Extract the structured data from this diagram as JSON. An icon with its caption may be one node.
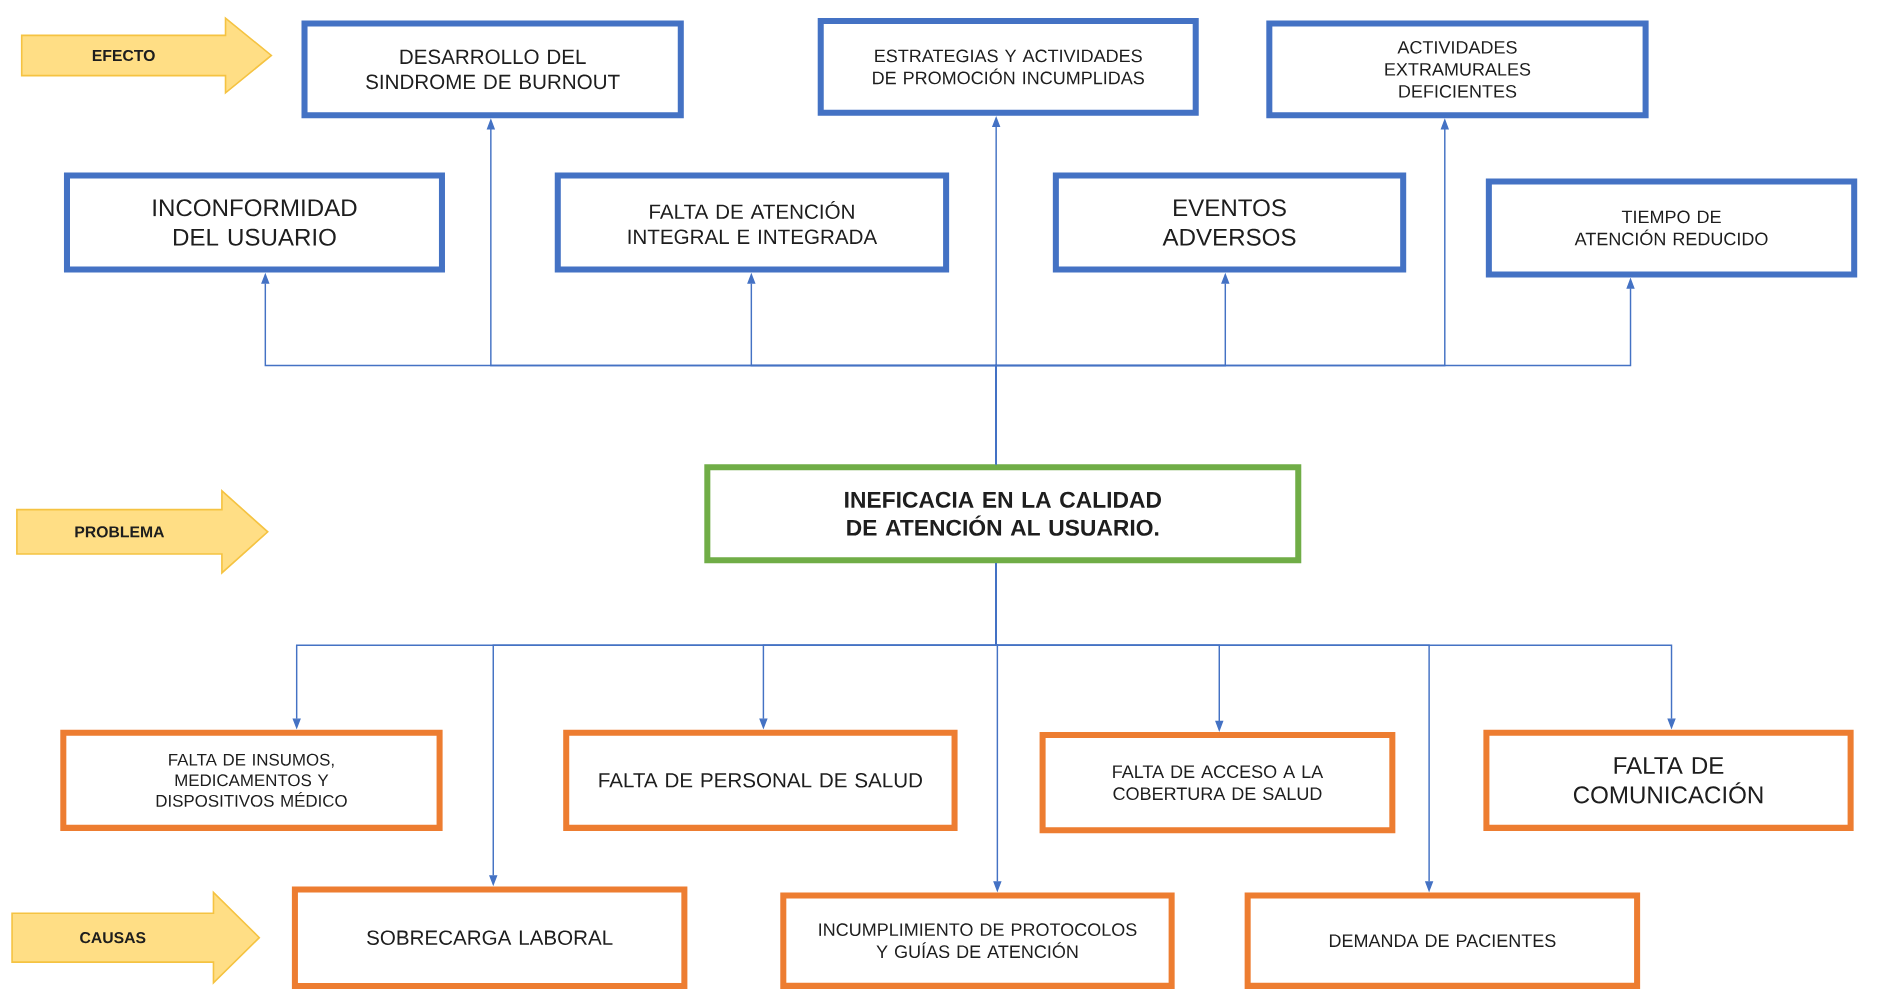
{
  "diagram": {
    "nodes": [
      {
        "text": [
          "EFECTO"
        ]
      },
      {
        "text": [
          "DESARROLLO DEL SINDROME DE BURNOUT"
        ]
      },
      {
        "text": [
          "ESTRATEGIAS Y ACTIVIDADES DE PROMOCIÓN INCUMPLIDAS"
        ]
      },
      {
        "text": [
          "ACTIVIDADES EXTRAMURALES DEFICIENTES"
        ]
      },
      {
        "text": [
          "INCONFORMIDAD DEL USUARIO"
        ]
      },
      {
        "text": [
          "FALTA DE ATENCIÓN INTEGRAL E INTEGRADA"
        ]
      },
      {
        "text": [
          "EVENTOS ADVERSOS"
        ]
      },
      {
        "text": [
          "TIEMPO DE ATENCIÓN REDUCIDO"
        ]
      },
      {
        "text": [
          "PROBLEMA"
        ]
      },
      {
        "text": [
          "INEFICACIA EN LA CALIDAD DE ATENCIÓN AL USUARIO."
        ]
      },
      {
        "text": [
          "FALTA DE INSUMOS, MEDICAMENTOS Y DISPOSITIVOS MÉDICO"
        ]
      },
      {
        "text": [
          "FALTA DE PERSONAL DE SALUD"
        ]
      },
      {
        "text": [
          "FALTA DE ACCESO A LA COBERTURA DE SALUD"
        ]
      },
      {
        "text": [
          "FALTA DE COMUNICACIÓN"
        ]
      },
      {
        "text": [
          "CAUSAS"
        ]
      },
      {
        "text": [
          "SOBRECARGA LABORAL"
        ]
      },
      {
        "text": [
          "INCUMPLIMIENTO DE PROTOCOLOS Y GUÍAS DE ATENCIÓN"
        ]
      },
      {
        "text": [
          "DEMANDA DE PACIENTES"
        ]
      }
    ],
    "edges": [
      {
        "from": 9,
        "to": 4,
        "arrow": "to"
      },
      {
        "from": 9,
        "to": 1,
        "arrow": "to"
      },
      {
        "from": 9,
        "to": 5,
        "arrow": "to"
      },
      {
        "from": 9,
        "to": 2,
        "arrow": "to"
      },
      {
        "from": 9,
        "to": 6,
        "arrow": "to"
      },
      {
        "from": 9,
        "to": 3,
        "arrow": "to"
      },
      {
        "from": 9,
        "to": 7,
        "arrow": "to"
      },
      {
        "from": 9,
        "to": 10,
        "arrow": "to"
      },
      {
        "from": 9,
        "to": 15,
        "arrow": "to"
      },
      {
        "from": 9,
        "to": 11,
        "arrow": "to"
      },
      {
        "from": 9,
        "to": 16,
        "arrow": "to"
      },
      {
        "from": 9,
        "to": 12,
        "arrow": "to"
      },
      {
        "from": 9,
        "to": 17,
        "arrow": "to"
      },
      {
        "from": 9,
        "to": 13,
        "arrow": "to"
      }
    ]
  }
}
